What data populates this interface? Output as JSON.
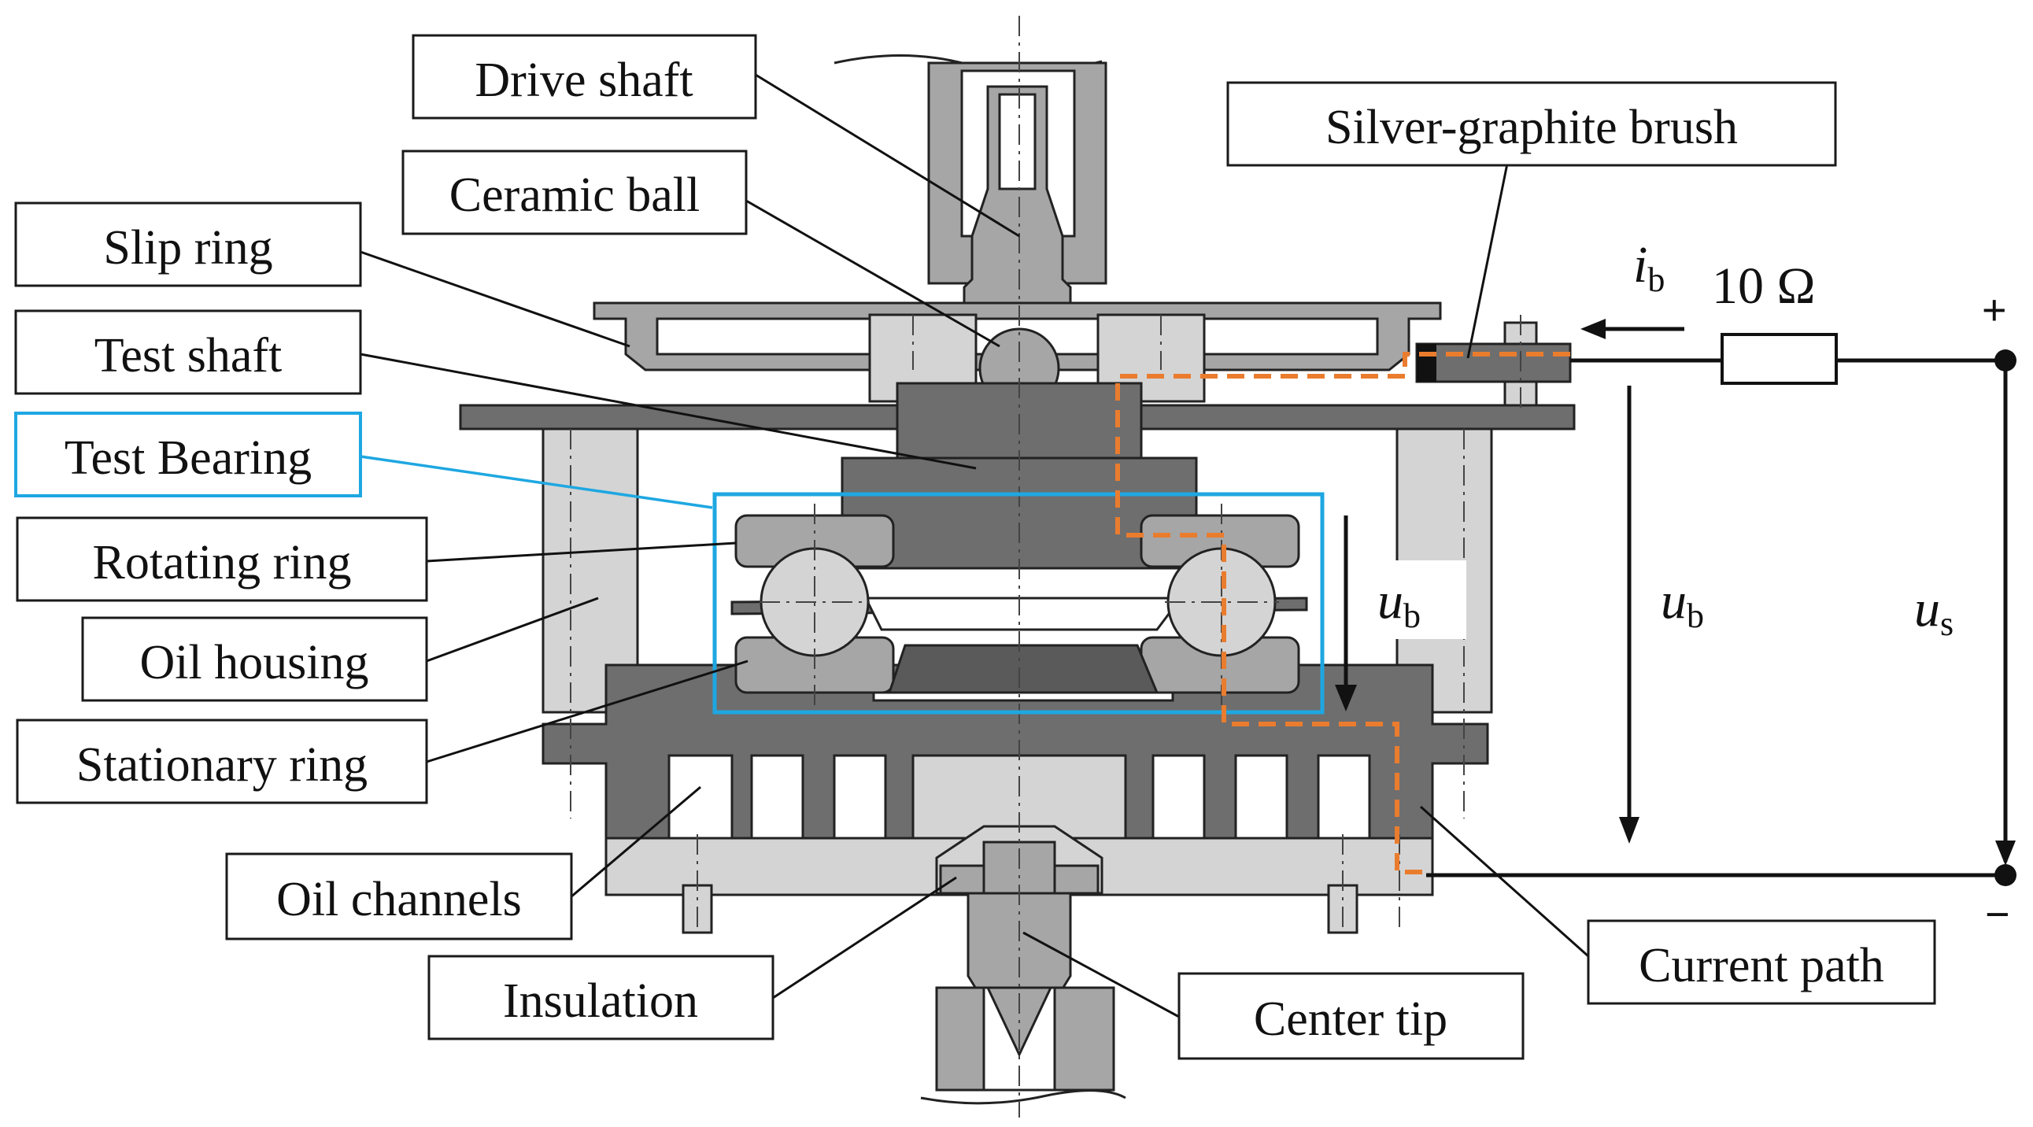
{
  "labels": {
    "drive_shaft": "Drive shaft",
    "ceramic_ball": "Ceramic ball",
    "slip_ring": "Slip ring",
    "test_shaft": "Test shaft",
    "test_bearing": "Test Bearing",
    "rotating_ring": "Rotating ring",
    "oil_housing": "Oil housing",
    "stationary_ring": "Stationary ring",
    "oil_channels": "Oil channels",
    "insulation": "Insulation",
    "center_tip": "Center tip",
    "current_path": "Current path",
    "silver_graphite_brush": "Silver-graphite brush"
  },
  "circuit": {
    "current_symbol": "i",
    "current_sub": "b",
    "resistor_label": "10 Ω",
    "bearing_voltage_symbol": "u",
    "bearing_voltage_sub": "b",
    "supply_voltage_symbol": "u",
    "supply_voltage_sub": "s",
    "plus": "+",
    "minus": "−"
  },
  "colors": {
    "test_bearing_highlight": "#1ea7e1",
    "current_path": "#ea7c2e",
    "part_light": "#d4d4d4",
    "part_medium": "#a6a6a6",
    "part_dark": "#6e6e6e"
  }
}
